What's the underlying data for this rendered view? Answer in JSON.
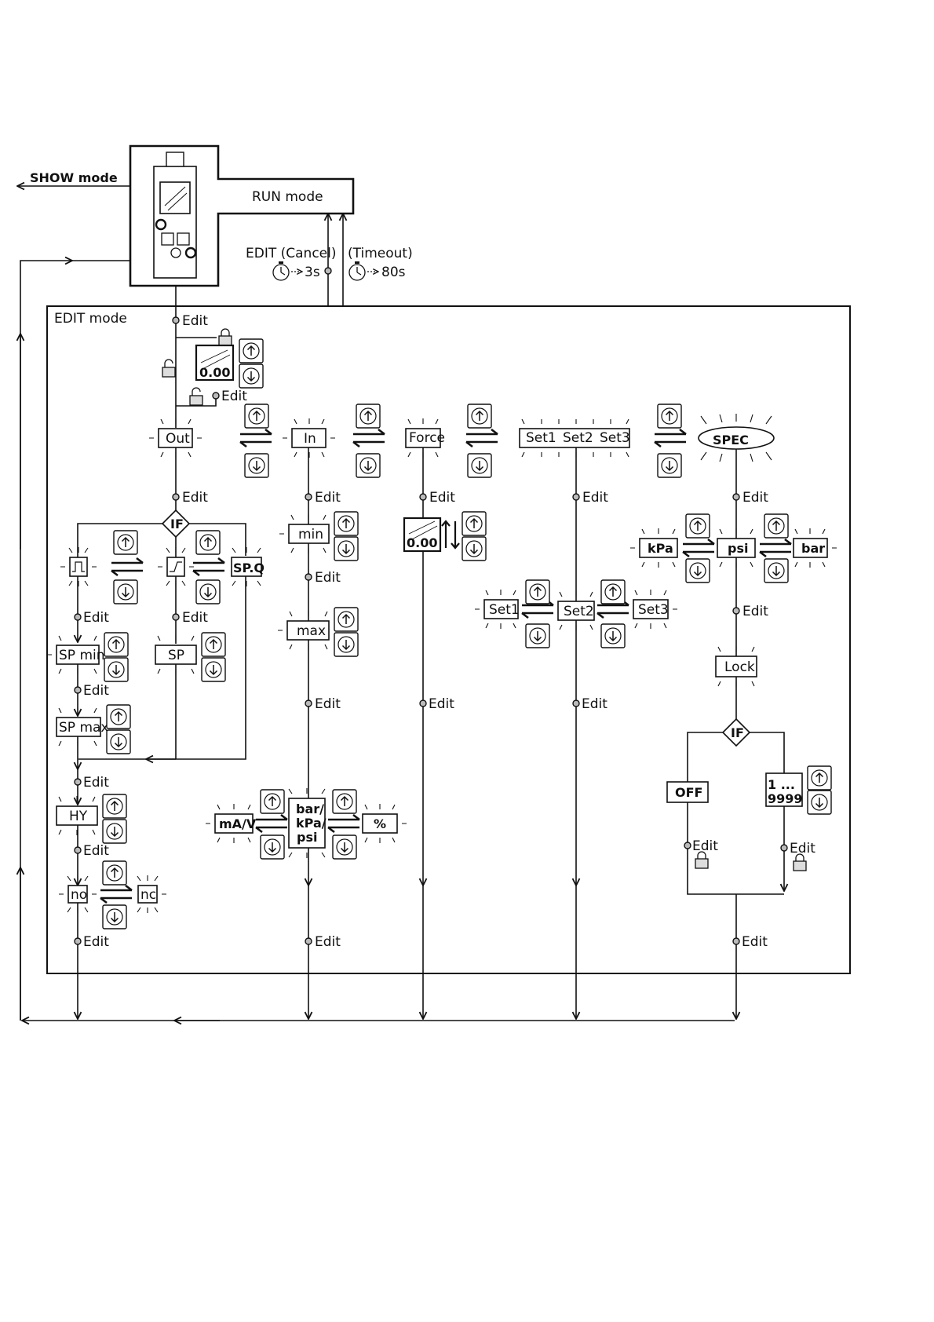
{
  "modes": {
    "show": "SHOW mode",
    "run": "RUN mode",
    "edit": "EDIT mode",
    "edit_cancel": "EDIT (Cancel)",
    "timeout": "(Timeout)",
    "cancel_time": "3s",
    "timeout_time": "80s"
  },
  "edit_label": "Edit",
  "if_label": "IF",
  "display_value": "0.00",
  "menu": {
    "out": "Out",
    "in": "In",
    "force": "Force",
    "set1": "Set1",
    "set2": "Set2",
    "set3": "Set3",
    "spec": "SPEC"
  },
  "out_branch": {
    "spq": "SP.Q",
    "sp_min": "SP min",
    "sp": "SP",
    "sp_max": "SP max",
    "hy": "HY",
    "no": "no",
    "nc": "nc"
  },
  "in_branch": {
    "min": "min",
    "max": "max",
    "ma_v": "mA/V",
    "unit_line1": "bar/",
    "unit_line2": "kPa/",
    "unit_line3": "psi",
    "percent": "%"
  },
  "spec_branch": {
    "kpa": "kPa",
    "psi": "psi",
    "bar": "bar",
    "lock": "Lock",
    "off": "OFF",
    "code_line1": "1 ...",
    "code_line2": "9999"
  }
}
